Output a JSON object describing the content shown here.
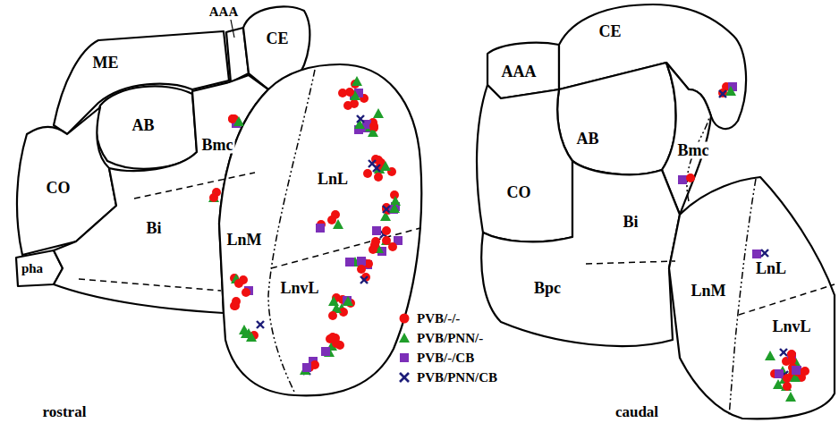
{
  "diagram": {
    "nodes": [
      {
        "text": [
          "AAA"
        ]
      },
      {
        "text": [
          "ME"
        ]
      },
      {
        "text": [
          "CE"
        ]
      },
      {
        "text": [
          "AB"
        ]
      },
      {
        "text": [
          "Bmc"
        ]
      },
      {
        "text": [
          "CO"
        ]
      },
      {
        "text": [
          "LnL"
        ]
      },
      {
        "text": [
          "Bi"
        ]
      },
      {
        "text": [
          "LnM"
        ]
      },
      {
        "text": [
          "LnvL"
        ]
      },
      {
        "text": [
          "pha"
        ]
      },
      {
        "text": [
          "AAA"
        ]
      },
      {
        "text": [
          "CE"
        ]
      },
      {
        "text": [
          "AB"
        ]
      },
      {
        "text": [
          "Bmc"
        ]
      },
      {
        "text": [
          "CO"
        ]
      },
      {
        "text": [
          "Bi"
        ]
      },
      {
        "text": [
          "LnL"
        ]
      },
      {
        "text": [
          "Bpc"
        ]
      },
      {
        "text": [
          "LnM"
        ]
      },
      {
        "text": [
          "LnvL"
        ]
      }
    ],
    "edges": [],
    "labels": [
      "rostral",
      "caudal"
    ],
    "legend": [
      {
        "text": "PVB/-/-"
      },
      {
        "text": "PVB/PNN/-"
      },
      {
        "text": "PVB/-/CB"
      },
      {
        "text": "PVB/PNN/CB"
      }
    ]
  }
}
